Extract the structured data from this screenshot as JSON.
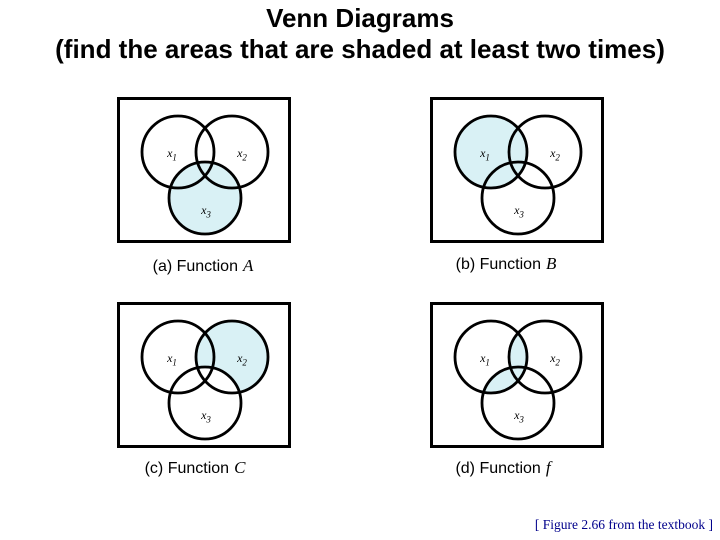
{
  "title": {
    "line1": "Venn Diagrams",
    "line2": "(find the areas that are shaded at least two times)"
  },
  "colors": {
    "shade": "#d9f1f5",
    "footer": "#00008b"
  },
  "venn_labels": {
    "base": "x",
    "subs": [
      "1",
      "2",
      "3"
    ]
  },
  "diagrams": [
    {
      "key": "a",
      "caption": "(a) Function",
      "func": "A",
      "shaded_region": "entire x3 circle"
    },
    {
      "key": "b",
      "caption": "(b) Function",
      "func": "B",
      "shaded_region": "entire x1 circle"
    },
    {
      "key": "c",
      "caption": "(c) Function",
      "func": "C",
      "shaded_region": "x2 excluding x3"
    },
    {
      "key": "d",
      "caption": "(d) Function",
      "func": "f",
      "shaded_region": "(x1 and x2) or (x1 and x3)"
    }
  ],
  "footer": "[ Figure 2.66 from the textbook ]"
}
